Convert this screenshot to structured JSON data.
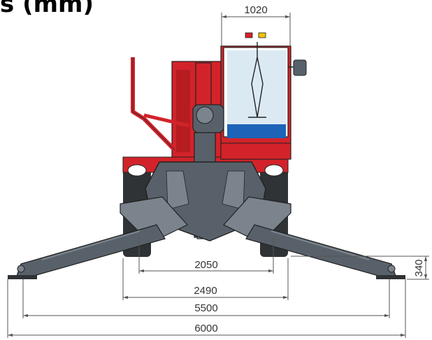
{
  "title": "s (mm)",
  "colors": {
    "machine_red": "#d2232a",
    "chassis_gray": "#58616a",
    "chassis_gray_light": "#7b848d",
    "tire_dark": "#2f3336",
    "dimension_line": "#555555"
  },
  "dimensions": {
    "cab_width": "1020",
    "inner_track": "2050",
    "overall_body_width": "2490",
    "outrigger_pad_span": "5500",
    "outrigger_total_span": "6000",
    "pad_height": "340"
  }
}
